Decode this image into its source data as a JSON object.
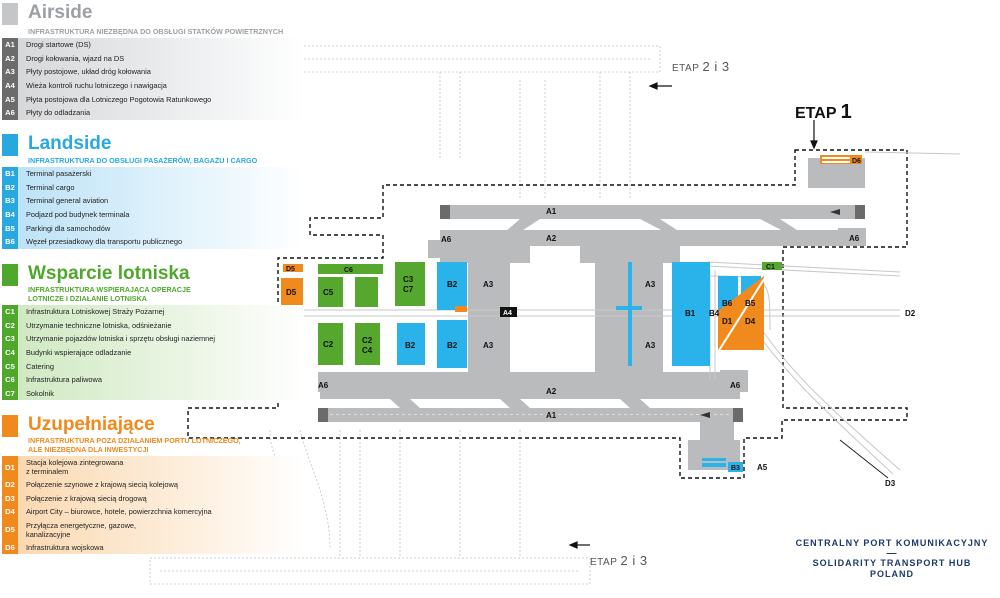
{
  "legend": {
    "airside": {
      "title": "Airside",
      "subtitle": "INFRASTRUKTURA NIEZBĘDNA DO OBSŁUGI STATKÓW POWIETRZNYCH",
      "items": [
        {
          "code": "A1",
          "text": "Drogi startowe (DS)"
        },
        {
          "code": "A2",
          "text": "Drogi kołowania, wjazd na DS"
        },
        {
          "code": "A3",
          "text": "Płyty postojowe, układ dróg kołowania"
        },
        {
          "code": "A4",
          "text": "Wieża kontroli ruchu lotniczego i nawigacja"
        },
        {
          "code": "A5",
          "text": "Płyta postojowa dla Lotniczego Pogotowia Ratunkowego"
        },
        {
          "code": "A6",
          "text": "Płyty do odladzania"
        }
      ]
    },
    "landside": {
      "title": "Landside",
      "subtitle": "INFRASTRUKTURA DO OBSŁUGI PASAŻERÓW, BAGAŻU I CARGO",
      "items": [
        {
          "code": "B1",
          "text": "Terminal pasażerski"
        },
        {
          "code": "B2",
          "text": "Terminal cargo"
        },
        {
          "code": "B3",
          "text": "Terminal general aviation"
        },
        {
          "code": "B4",
          "text": "Podjazd pod budynek terminala"
        },
        {
          "code": "B5",
          "text": "Parkingi dla samochodów"
        },
        {
          "code": "B6",
          "text": "Węzeł przesiadkowy dla transportu publicznego"
        }
      ]
    },
    "support": {
      "title": "Wsparcie lotniska",
      "subtitle": "INFRASTRUKTURA WSPIERAJĄCA OPERACJE\nLOTNICZE I DZIAŁANIE LOTNISKA",
      "items": [
        {
          "code": "C1",
          "text": "Infrastruktura Lotniskowej Straży Pożarnej"
        },
        {
          "code": "C2",
          "text": "Utrzymanie techniczne lotniska, odśnieżanie"
        },
        {
          "code": "C3",
          "text": "Utrzymanie pojazdów lotniska i sprzętu obsługi naziemnej"
        },
        {
          "code": "C4",
          "text": "Budynki wspierające odladzanie"
        },
        {
          "code": "C5",
          "text": "Catering"
        },
        {
          "code": "C6",
          "text": "Infrastruktura paliwowa"
        },
        {
          "code": "C7",
          "text": "Sokolnik"
        }
      ]
    },
    "extra": {
      "title": "Uzupełniające",
      "subtitle": "INFRASTRUKTURA POZA DZIAŁANIEM PORTU LOTNICZEGO,\nALE NIEZBĘDNA DLA INWESTYCJI",
      "items": [
        {
          "code": "D1",
          "text": "Stacja kolejowa zintegrowana\nz terminalem"
        },
        {
          "code": "D2",
          "text": "Połączenie szynowe z krajową siecią kolejową"
        },
        {
          "code": "D3",
          "text": "Połączenie z krajową siecią drogową"
        },
        {
          "code": "D4",
          "text": "Airport City – biurowce, hotele, powierzchnia komercyjna"
        },
        {
          "code": "D5",
          "text": "Przyłącza energetyczne, gazowe,\nkanalizacyjne"
        },
        {
          "code": "D6",
          "text": "Infrastruktura wojskowa"
        }
      ]
    }
  },
  "etap_future": {
    "word": "ETAP",
    "nums": "2 i 3"
  },
  "etap_current": {
    "word": "ETAP",
    "num": "1"
  },
  "branding": {
    "line1": "CENTRALNY PORT KOMUNIKACYJNY",
    "dash": "—",
    "line2": "SOLIDARITY TRANSPORT HUB",
    "line3": "POLAND"
  },
  "map_labels": {
    "A1": "A1",
    "A2": "A2",
    "A3": "A3",
    "A4": "A4",
    "A5": "A5",
    "A6": "A6",
    "B1": "B1",
    "B2": "B2",
    "B3": "B3",
    "B4": "B4",
    "B5": "B5",
    "B6": "B6",
    "C1": "C1",
    "C2": "C2",
    "C3": "C3",
    "C4": "C4",
    "C5": "C5",
    "C6": "C6",
    "C7": "C7",
    "D1": "D1",
    "D2": "D2",
    "D3": "D3",
    "D4": "D4",
    "D5": "D5",
    "D6": "D6"
  },
  "colors": {
    "gray": "#b9bbbd",
    "dark_gray": "#6b6b6b",
    "blue": "#29b3ea",
    "green": "#55a82d",
    "orange": "#f08a1c",
    "navy": "#1d3a6b"
  }
}
